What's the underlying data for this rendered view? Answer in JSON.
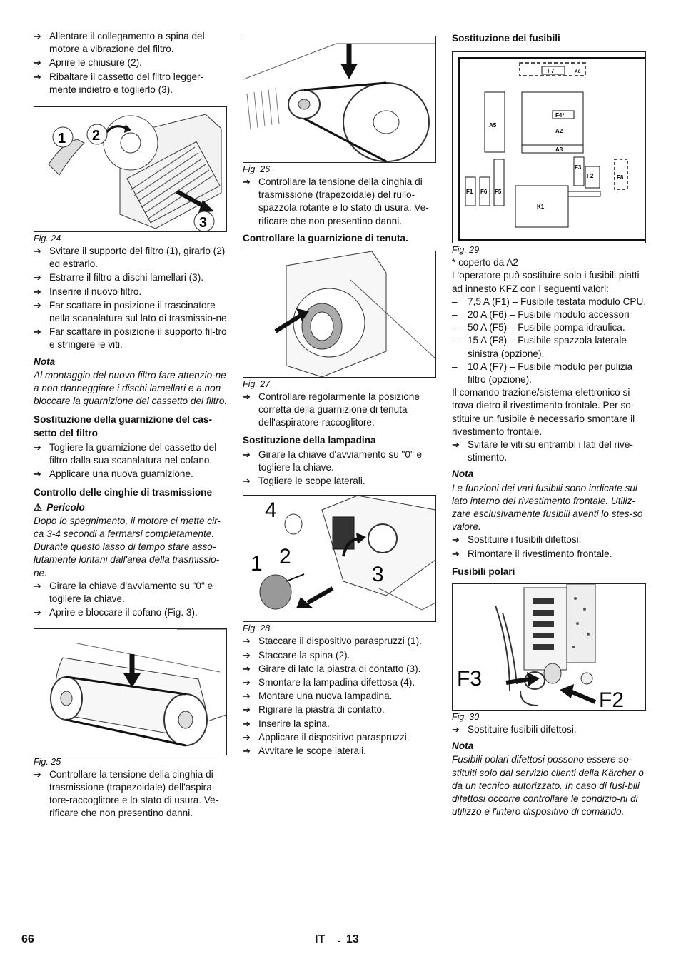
{
  "col1": {
    "steps_a": [
      "Allentare il collegamento a spina del motore a vibrazione del filtro.",
      "Aprire le chiusure (2).",
      "Ribaltare il cassetto del filtro legger-mente indietro e toglierlo (3)."
    ],
    "fig24": {
      "caption": "Fig. 24",
      "labels": [
        "1",
        "2",
        "3"
      ]
    },
    "steps_b": [
      "Svitare il supporto del filtro (1), girarlo (2) ed estrarlo.",
      "Estrarre il filtro a dischi lamellari (3).",
      "Inserire il nuovo filtro.",
      "Far scattare in posizione il trascinatore nella scanalatura sul lato di trasmissio-ne.",
      "Far scattare in posizione il supporto fil-tro e stringere le viti."
    ],
    "nota1_title": "Nota",
    "nota1_text": "Al montaggio del nuovo filtro fare attenzio-ne a non danneggiare i dischi lamellari e a non bloccare la guarnizione del cassetto del filtro.",
    "h_guarnizione": "Sostituzione della guarnizione del cas-setto del filtro",
    "steps_c": [
      "Togliere la guarnizione del cassetto del filtro dalla sua scanalatura nel cofano.",
      "Applicare una nuova guarnizione."
    ],
    "h_cinghie": "Controllo delle cinghie di trasmissione",
    "pericolo_title": "Pericolo",
    "pericolo_text": "Dopo lo spegnimento, il motore ci mette cir-ca 3-4 secondi a fermarsi completamente. Durante questo lasso di tempo stare asso-lutamente lontani dall'area della trasmissio-ne.",
    "steps_d": [
      "Girare la chiave d'avviamento su \"0\" e togliere la chiave.",
      "Aprire e bloccare il cofano (Fig. 3)."
    ],
    "fig25": {
      "caption": "Fig. 25"
    },
    "steps_e": [
      "Controllare la tensione della cinghia di trasmissione (trapezoidale) dell'aspira-tore-raccoglitore e lo stato di usura. Ve-rificare che non presentino danni."
    ]
  },
  "col2": {
    "fig26": {
      "caption": "Fig. 26"
    },
    "steps_a": [
      "Controllare la tensione della cinghia di trasmissione (trapezoidale) del rullo-spazzola rotante e lo stato di usura. Ve-rificare che non presentino danni."
    ],
    "h_tenuta": "Controllare la guarnizione di tenuta.",
    "fig27": {
      "caption": "Fig. 27"
    },
    "steps_b": [
      "Controllare regolarmente la posizione corretta della guarnizione di tenuta dell'aspiratore-raccoglitore."
    ],
    "h_lampadina": "Sostituzione della lampadina",
    "steps_c": [
      "Girare la chiave d'avviamento su \"0\" e togliere la chiave.",
      "Togliere le scope laterali."
    ],
    "fig28": {
      "caption": "Fig. 28",
      "labels": [
        "4",
        "2",
        "1",
        "3"
      ]
    },
    "steps_d": [
      "Staccare il dispositivo paraspruzzi (1).",
      "Staccare la spina (2).",
      "Girare di lato la piastra di contatto (3).",
      "Smontare la lampadina difettosa (4).",
      "Montare una nuova lampadina.",
      "Rigirare la piastra di contatto.",
      "Inserire la spina.",
      "Applicare il dispositivo paraspruzzi.",
      "Avvitare le scope laterali."
    ]
  },
  "col3": {
    "h_fusibili": "Sostituzione dei fusibili",
    "fig29": {
      "caption": "Fig. 29",
      "labels": {
        "f7": "F7",
        "a6": "A6",
        "a5": "A5",
        "f4": "F4*",
        "a2": "A2",
        "a3": "A3",
        "f3": "F3",
        "f2": "F2",
        "f8": "F8",
        "f1": "F1",
        "f6": "F6",
        "f5": "F5",
        "k1": "K1"
      }
    },
    "note_star": "* coperto da A2",
    "intro": "L'operatore può sostituire solo i fusibili piatti ad innesto KFZ con i seguenti valori:",
    "dash_items": [
      "7,5 A (F1) – Fusibile testata modulo CPU.",
      "20 A (F6) – Fusibile modulo accessori",
      "50 A (F5) – Fusibile pompa idraulica.",
      "15 A (F8) – Fusibile spazzola laterale sinistra (opzione).",
      "10 A (F7) – Fusibile modulo per pulizia filtro (opzione)."
    ],
    "comando_text": "Il comando trazione/sistema elettronico si trova dietro il rivestimento frontale. Per so-stituire un fusibile è necessario smontare il rivestimento frontale.",
    "steps_a": [
      "Svitare le viti su entrambi i lati del rive-stimento."
    ],
    "nota2_title": "Nota",
    "nota2_text": "Le funzioni dei vari fusibili sono indicate sul lato interno del rivestimento frontale. Utiliz-zare esclusivamente fusibili aventi lo stes-so valore.",
    "steps_b": [
      "Sostituire i fusibili difettosi.",
      "Rimontare il rivestimento frontale."
    ],
    "h_polari": "Fusibili polari",
    "fig30": {
      "caption": "Fig. 30",
      "labels": [
        "F3",
        "F2"
      ]
    },
    "steps_c": [
      "Sostituire fusibili difettosi."
    ],
    "nota3_title": "Nota",
    "nota3_text": "Fusibili polari difettosi possono essere so-stituiti solo dal servizio clienti della Kärcher o da un tecnico autorizzato. In caso di fusi-bili difettosi occorre controllare le condizio-ni di utilizzo e l'intero dispositivo di comando."
  },
  "footer": {
    "page": "66",
    "lang": "IT",
    "sep": "-",
    "num": "13"
  },
  "icons": {
    "arrow": "➔",
    "warning": "⚠",
    "dash": "–"
  }
}
